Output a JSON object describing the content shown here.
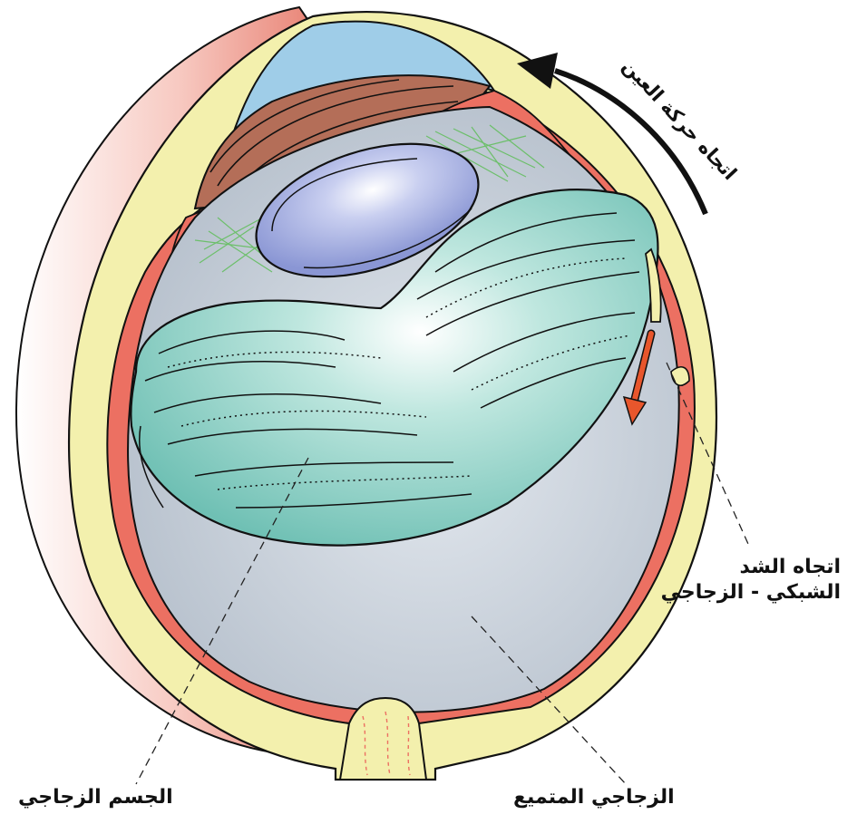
{
  "labels": {
    "eye_motion_direction": "اتجاه حركة العين",
    "traction_direction_line1": "اتجاه الشد",
    "traction_direction_line2": "الشبكي - الزجاجي",
    "vitreous_body": "الجسم الزجاجي",
    "liquefied_vitreous": "الزجاجي المتميع"
  },
  "colors": {
    "sclera": "#f3f0ad",
    "choroid_retina": "#ec7062",
    "cornea": "#9fcde8",
    "iris": "#b46e58",
    "lens": "#98a4dc",
    "vitreous_gel": "#7cc9bd",
    "liquefied_vitreous": "#c7d0da",
    "traction_arrow": "#e8562c",
    "outer_skin": "#ef9d92",
    "zonules": "#6cbf6a",
    "motion_arrow": "#111111"
  }
}
